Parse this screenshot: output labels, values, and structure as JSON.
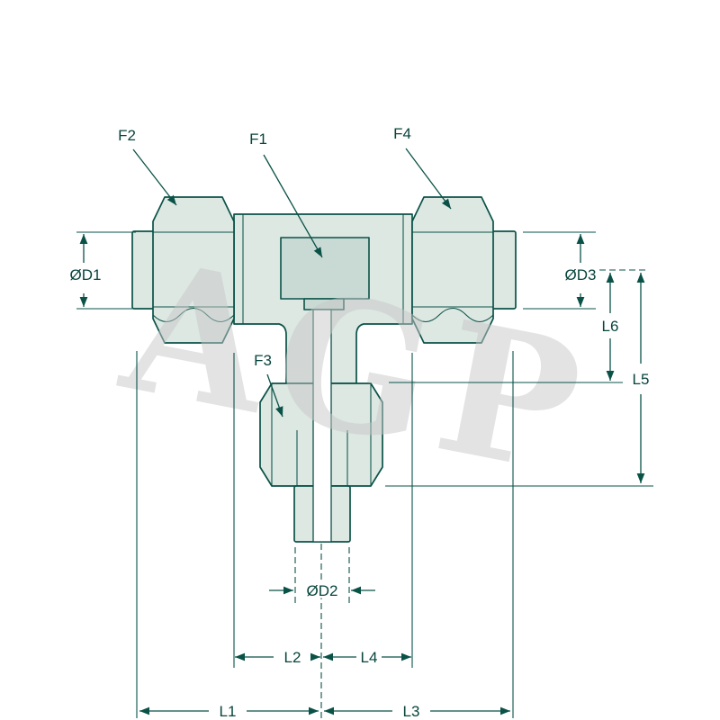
{
  "diagram": {
    "type": "technical-drawing",
    "subject": "tee-compression-fitting",
    "watermark": "AGP",
    "labels": {
      "f1": "F1",
      "f2": "F2",
      "f3": "F3",
      "f4": "F4",
      "d1": "ØD1",
      "d2": "ØD2",
      "d3": "ØD3",
      "l1": "L1",
      "l2": "L2",
      "l3": "L3",
      "l4": "L4",
      "l5": "L5",
      "l6": "L6"
    },
    "colors": {
      "line": "#0a5247",
      "text": "#07443c",
      "fill_light": "#dde8e3",
      "fill_mid": "#c9dad4",
      "watermark": "#c8c8c8",
      "background": "#ffffff"
    }
  }
}
